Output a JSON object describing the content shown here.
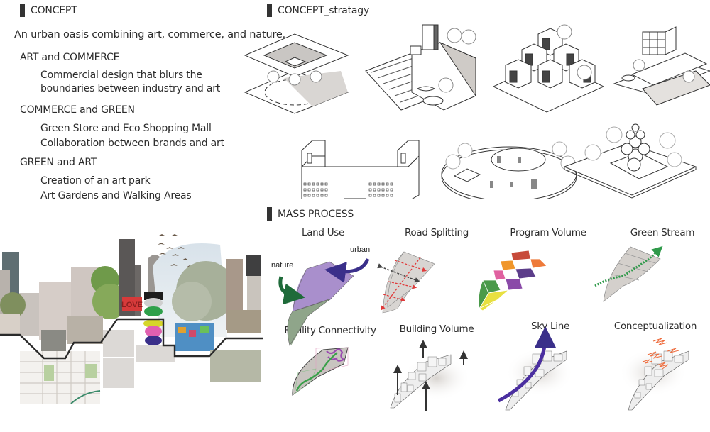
{
  "concept": {
    "heading": "CONCEPT",
    "intro": "An urban oasis combining art, commerce, and nature.",
    "groups": [
      {
        "title": "ART and COMMERCE",
        "items": [
          "Commercial design that blurs the",
          "boundaries between industry and art"
        ]
      },
      {
        "title": "COMMERCE and GREEN",
        "items": [
          "Green Store and Eco Shopping Mall",
          "Collaboration between brands and art"
        ]
      },
      {
        "title": "GREEN and ART",
        "items": [
          "Creation of an art park",
          "Art Gardens and Walking Areas"
        ]
      }
    ]
  },
  "collage": {
    "sculpture_text": "LOVE"
  },
  "strategy": {
    "heading": "CONCEPT_stratagy",
    "diagrams": [
      "stacked-plaza",
      "stepped-terrace",
      "cube-pyramid",
      "elevated-deck",
      "courtyard-building",
      "circular-plaza",
      "sculpture-garden"
    ]
  },
  "mass_process": {
    "heading": "MASS PROCESS",
    "steps": [
      {
        "label": "Land Use",
        "annotations": [
          "nature",
          "urban"
        ]
      },
      {
        "label": "Road Splitting"
      },
      {
        "label": "Program Volume"
      },
      {
        "label": "Green Stream"
      },
      {
        "label": "Facility Connectivity"
      },
      {
        "label": "Building Volume"
      },
      {
        "label": "Sky Line"
      },
      {
        "label": "Conceptualization"
      }
    ]
  },
  "colors": {
    "heading_bar": "#333333",
    "nature": "#8fa58a",
    "urban": "#a98fcc",
    "nature_arrow": "#1f6b3a",
    "urban_arrow": "#3a2f8a",
    "road": "#e03a3a",
    "green_stream": "#2f9a4a",
    "skyline_arrow": "#4b2fa0",
    "concept_lines": "#ee6a3a"
  }
}
